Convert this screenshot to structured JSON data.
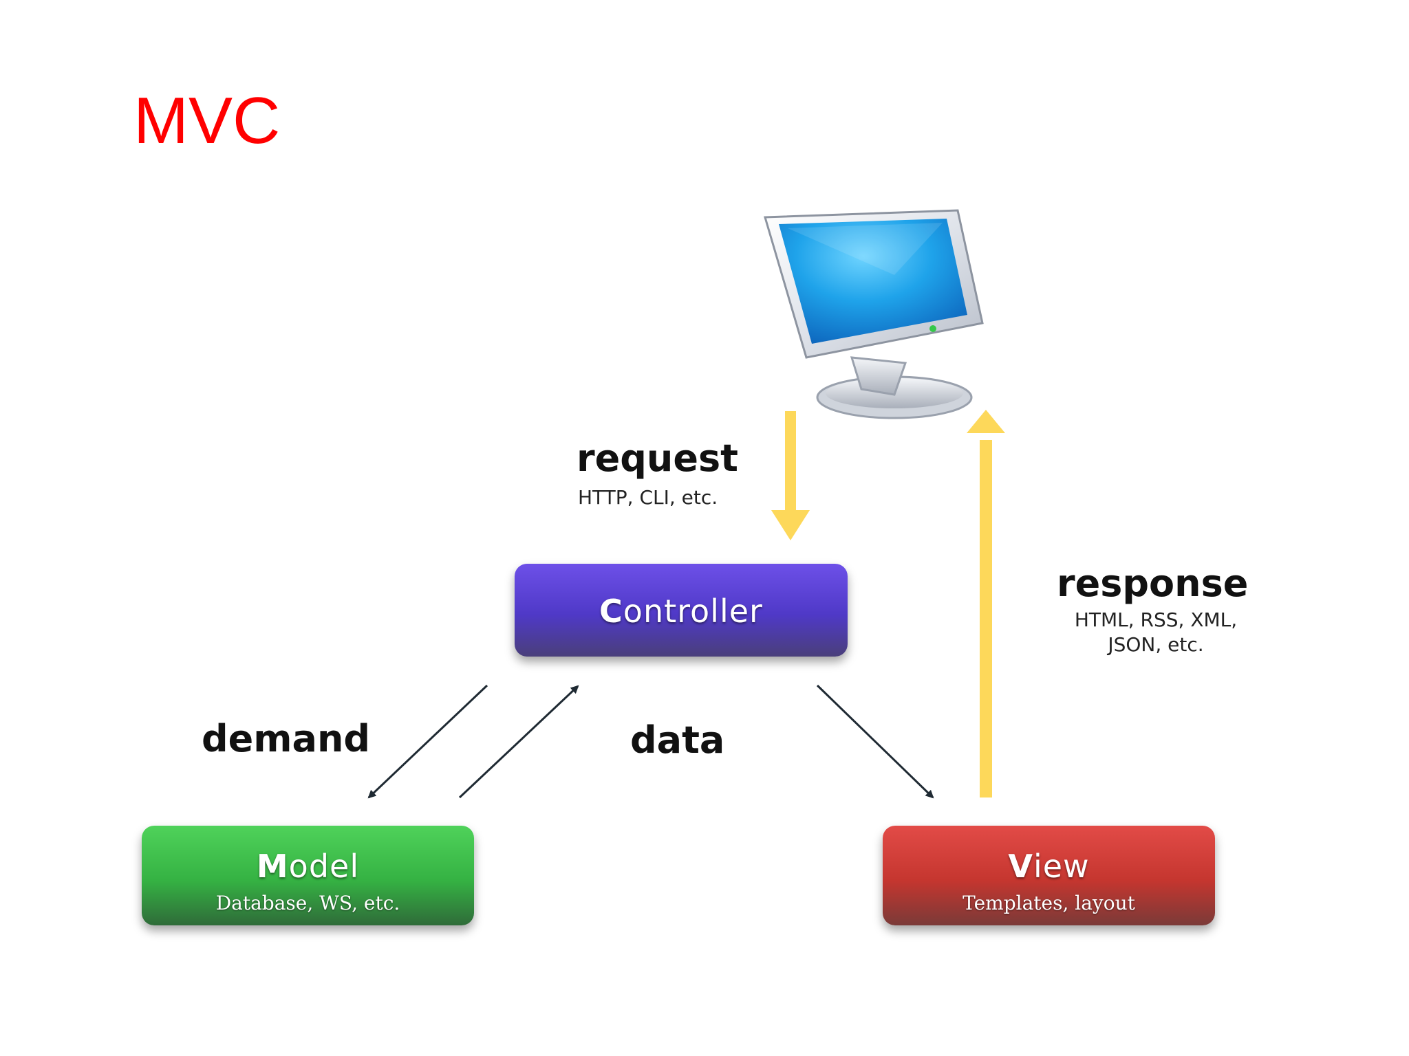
{
  "title": "MVC",
  "diagram": {
    "client": {
      "icon": "computer-monitor-icon"
    },
    "request": {
      "label": "request",
      "sublabel": "HTTP, CLI, etc."
    },
    "response": {
      "label": "response",
      "sublabel_line1": "HTML, RSS, XML,",
      "sublabel_line2": "JSON, etc."
    },
    "controller": {
      "name_first": "C",
      "name_rest": "ontroller"
    },
    "model": {
      "name_first": "M",
      "name_rest": "odel",
      "sublabel": "Database, WS, etc."
    },
    "view": {
      "name_first": "V",
      "name_rest": "iew",
      "sublabel": "Templates, layout"
    },
    "demand_label": "demand",
    "data_label": "data",
    "colors": {
      "title": "#ff0000",
      "controller": "#5a42d6",
      "model": "#3cbf4a",
      "view": "#d33e38",
      "flow_arrow": "#fdd85a",
      "data_arrow": "#1f2a33"
    }
  }
}
